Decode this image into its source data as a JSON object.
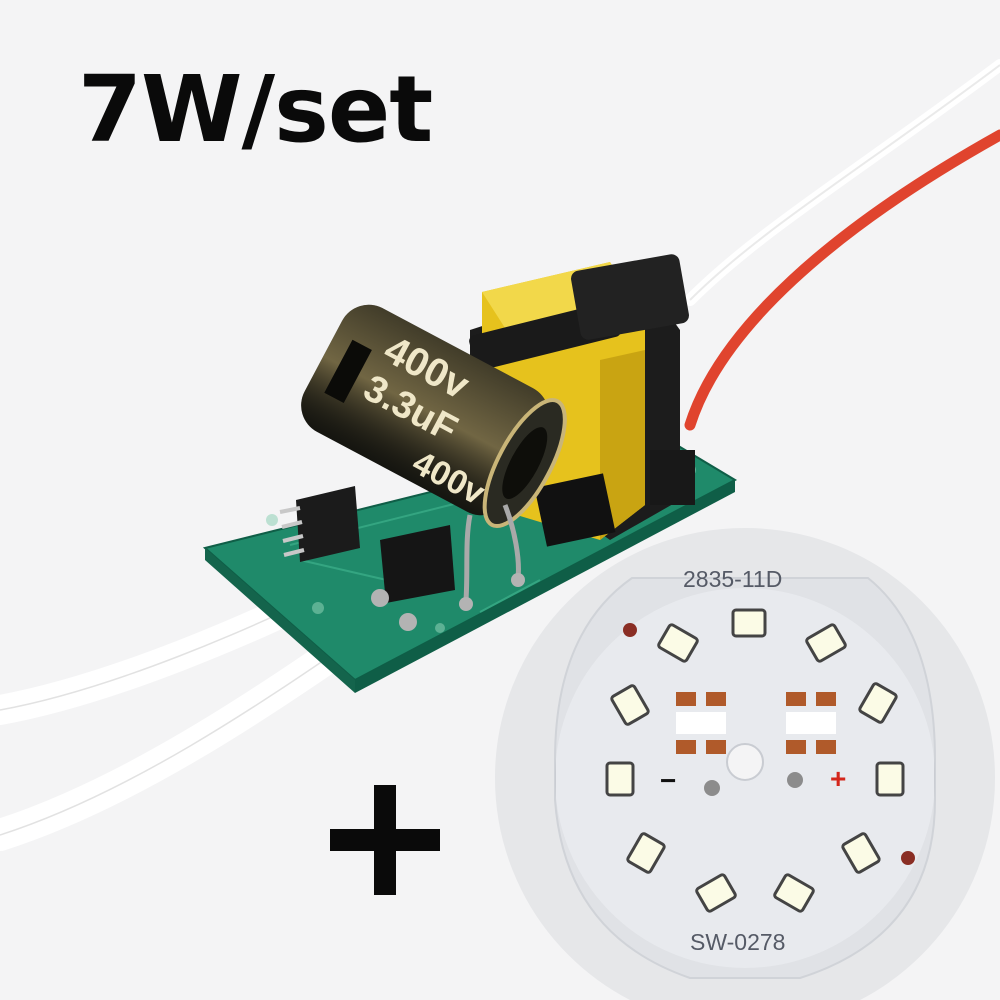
{
  "title": "7W/set",
  "driver": {
    "capacitor_voltage": "400v",
    "capacitor_capacitance": "3.3uF",
    "capacitor_voltage_side": "400v"
  },
  "led_board": {
    "model_top": "2835-11D",
    "model_bottom": "SW-0278",
    "minus_label": "−",
    "plus_label": "+",
    "led_count": 11
  },
  "colors": {
    "background": "#f4f4f5",
    "pcb_green": "#1f8a6a",
    "transformer_yellow": "#e6c21d",
    "capacitor_body": "#1a1a14",
    "capacitor_gold": "#b8a46a",
    "wire_red": "#e0442e",
    "wire_white": "#ffffff",
    "led_board": "#e8eaee",
    "led_chip": "#fbfbe6"
  }
}
